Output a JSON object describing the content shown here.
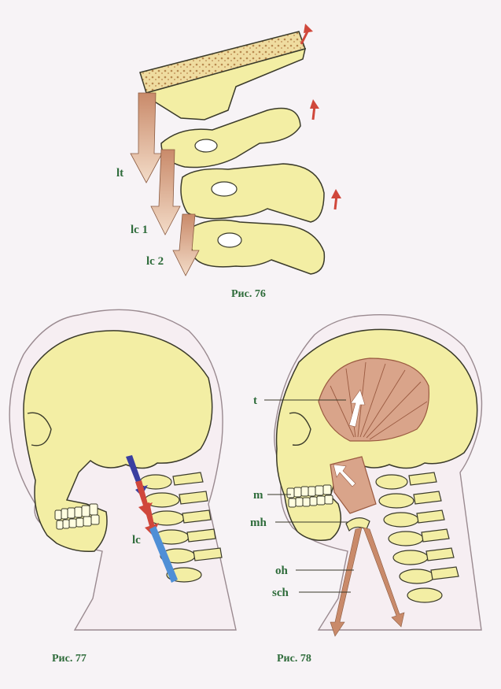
{
  "figures": [
    {
      "caption": "Рис. 76",
      "labels": [
        "lt",
        "lc 1",
        "lc 2"
      ]
    },
    {
      "caption": "Рис. 77",
      "labels": [
        "lc"
      ]
    },
    {
      "caption": "Рис. 78",
      "labels": [
        "t",
        "m",
        "mh",
        "oh",
        "sch"
      ]
    }
  ],
  "colors": {
    "bone": "#f3eea4",
    "bone_outline": "#3a3a2a",
    "muscle": "#d9a48a",
    "arrow_red": "#d0473b",
    "arrow_blue": "#4f8fd6",
    "arrow_dark_blue": "#3a3fa0",
    "label_green": "#2e6b3a",
    "skin_outline": "#9a8a90",
    "head_fill": "#f6eef2"
  }
}
